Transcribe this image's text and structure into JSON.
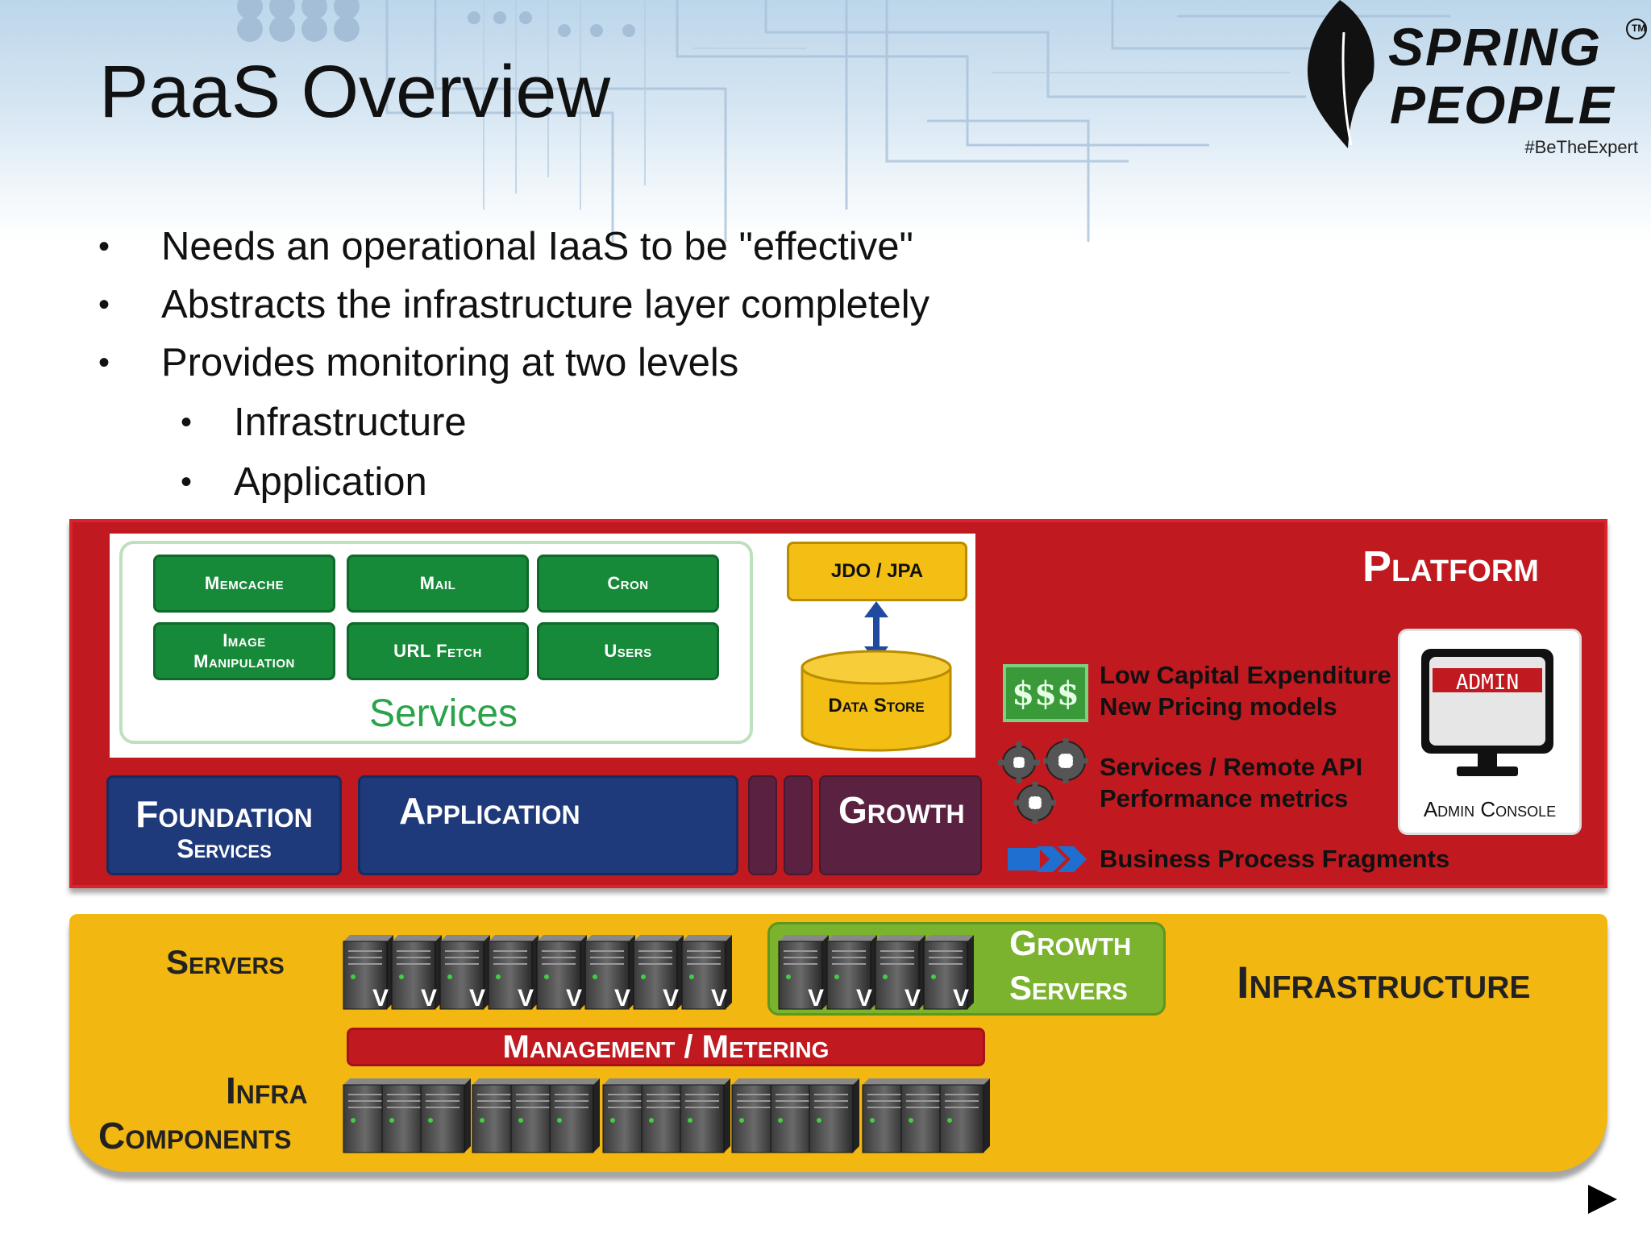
{
  "slide": {
    "title": "PaaS Overview",
    "bullets": [
      {
        "text": "Needs an operational IaaS to be \"effective\"",
        "level": 1
      },
      {
        "text": "Abstracts the infrastructure layer completely",
        "level": 1
      },
      {
        "text": "Provides monitoring at two levels",
        "level": 1
      },
      {
        "text": "Infrastructure",
        "level": 2
      },
      {
        "text": "Application",
        "level": 2
      }
    ]
  },
  "logo": {
    "line1": "SPRING",
    "line2": "PEOPLE",
    "trademark": "TM",
    "tagline": "#BeTheExpert"
  },
  "platform": {
    "title": "Platform",
    "services": {
      "label": "Services",
      "items": [
        "Memcache",
        "Mail",
        "Cron",
        "Image Manipulation",
        "URL Fetch",
        "Users"
      ]
    },
    "jdo": "JDO / JPA",
    "datastore": "Data Store",
    "layers": {
      "foundation_line1": "Foundation",
      "foundation_line2": "Services",
      "application": "Application",
      "growth": "Growth"
    },
    "features": {
      "money_icon": "$$$",
      "capex_line1": "Low Capital Expenditure",
      "capex_line2": "New Pricing models",
      "services_line1": "Services / Remote API",
      "services_line2": "Performance metrics",
      "bpf": "Business Process Fragments"
    },
    "admin": {
      "screen_text": "ADMIN",
      "label": "Admin Console"
    }
  },
  "infrastructure": {
    "title": "Infrastructure",
    "servers_label": "Servers",
    "growth_line1": "Growth",
    "growth_line2": "Servers",
    "management": "Management / Metering",
    "infra_line1": "Infra",
    "infra_line2": "Components",
    "vm_letter": "V"
  },
  "colors": {
    "platform_red": "#c0191f",
    "service_green": "#178a3a",
    "infra_yellow": "#f2b711",
    "navy": "#1f3a7a",
    "growth_purple": "#5a2140"
  },
  "icons": [
    "leaf-logo-icon",
    "money-icon",
    "gear-icon",
    "chevron-arrow-icon",
    "monitor-icon",
    "server-rack-icon",
    "play-next-icon"
  ]
}
